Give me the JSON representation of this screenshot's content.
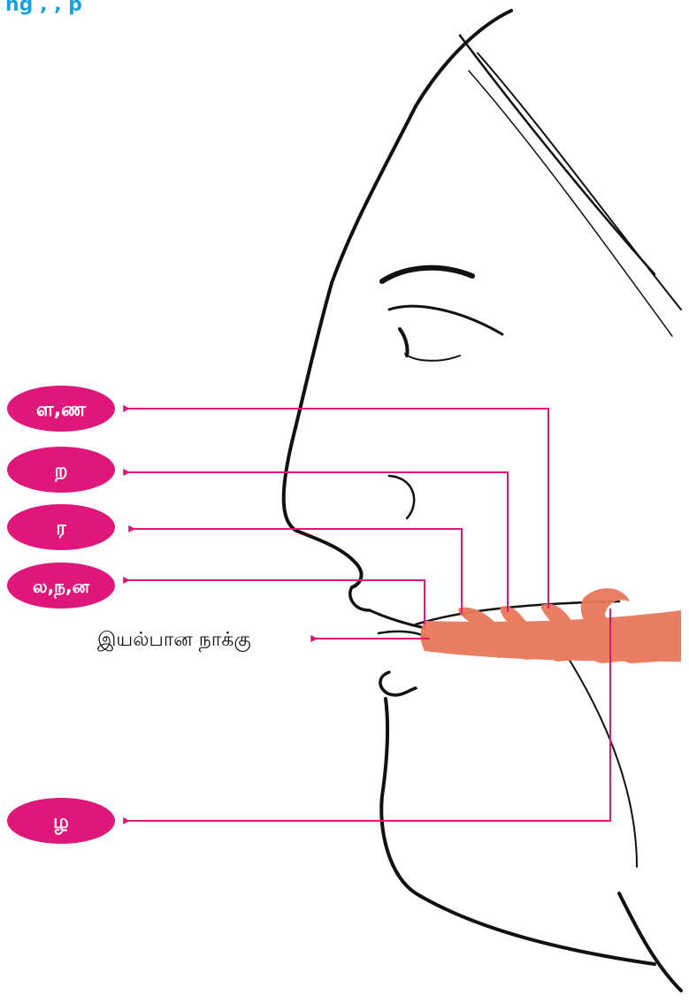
{
  "header": {
    "text": "ng , , p"
  },
  "colors": {
    "accent": "#e0177a",
    "tongue": "#e8785a",
    "header_text": "#1aa3d9",
    "outline": "#111111"
  },
  "labels": [
    {
      "id": "la-na",
      "text": "ள,ண"
    },
    {
      "id": "ra-hard",
      "text": "ற"
    },
    {
      "id": "ra-soft",
      "text": "ர"
    },
    {
      "id": "la-nna",
      "text": "ல,ந,ன"
    },
    {
      "id": "zha",
      "text": "ழ"
    }
  ],
  "natural_tongue": {
    "text": "இயல்பான நாக்கு"
  }
}
